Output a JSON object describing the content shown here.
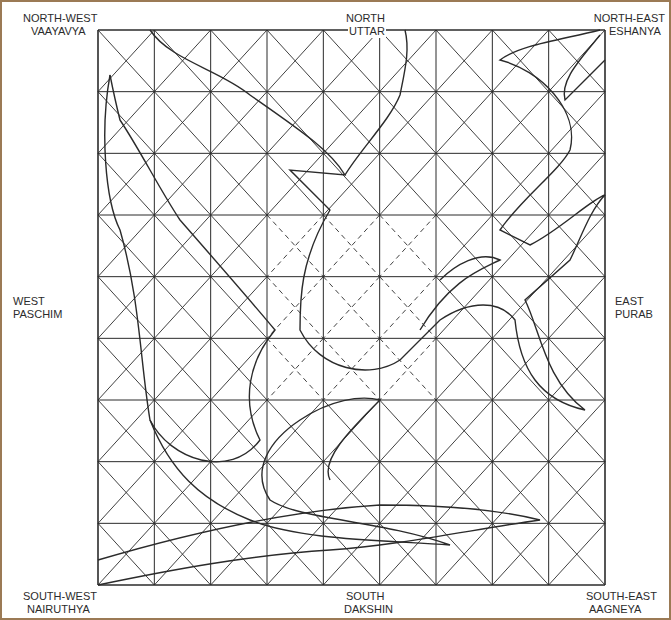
{
  "diagram": {
    "labels": [
      "NORTH-WEST",
      "VAAYAVYA",
      "NORTH",
      "UTTAR",
      "NORTH-EAST",
      "ESHANYA",
      "WEST",
      "PASCHIM",
      "EAST",
      "PURAB",
      "SOUTH-WEST",
      "NAIRUTHYA",
      "SOUTH",
      "DAKSHIN",
      "SOUTH-EAST",
      "AAGNEYA"
    ]
  }
}
